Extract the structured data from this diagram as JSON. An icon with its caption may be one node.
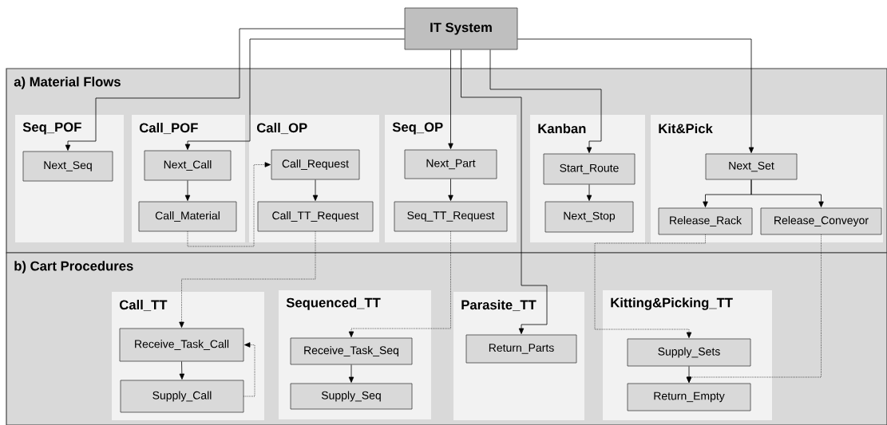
{
  "diagram": {
    "nodes": [
      {
        "text": [
          "IT System"
        ]
      },
      {
        "text": [
          "a) Material Flows"
        ]
      },
      {
        "text": [
          "Seq_POF"
        ],
        "in": 1
      },
      {
        "text": [
          "Next_Seq"
        ],
        "in": 2
      },
      {
        "text": [
          "Call_POF"
        ],
        "in": 1
      },
      {
        "text": [
          "Next_Call"
        ],
        "in": 4
      },
      {
        "text": [
          "Call_Material"
        ],
        "in": 4
      },
      {
        "text": [
          "Call_OP"
        ],
        "in": 1
      },
      {
        "text": [
          "Call_Request"
        ],
        "in": 7
      },
      {
        "text": [
          "Call_TT_Request"
        ],
        "in": 7
      },
      {
        "text": [
          "Seq_OP"
        ],
        "in": 1
      },
      {
        "text": [
          "Next_Part"
        ],
        "in": 10
      },
      {
        "text": [
          "Seq_TT_Request"
        ],
        "in": 10
      },
      {
        "text": [
          "Kanban"
        ],
        "in": 1
      },
      {
        "text": [
          "Start_Route"
        ],
        "in": 13
      },
      {
        "text": [
          "Next_Stop"
        ],
        "in": 13
      },
      {
        "text": [
          "Kit&Pick"
        ],
        "in": 1
      },
      {
        "text": [
          "Next_Set"
        ],
        "in": 16
      },
      {
        "text": [
          "Release_Rack"
        ],
        "in": 16
      },
      {
        "text": [
          "Release_Conveyor"
        ],
        "in": 16
      },
      {
        "text": [
          "b) Cart Procedures"
        ]
      },
      {
        "text": [
          "Call_TT"
        ],
        "in": 20
      },
      {
        "text": [
          "Receive_Task_Call"
        ],
        "in": 21
      },
      {
        "text": [
          "Supply_Call"
        ],
        "in": 21
      },
      {
        "text": [
          "Sequenced_TT"
        ],
        "in": 20
      },
      {
        "text": [
          "Receive_Task_Seq"
        ],
        "in": 24
      },
      {
        "text": [
          "Supply_Seq"
        ],
        "in": 24
      },
      {
        "text": [
          "Parasite_TT"
        ],
        "in": 20
      },
      {
        "text": [
          "Return_Parts"
        ],
        "in": 27
      },
      {
        "text": [
          "Kitting&Picking_TT"
        ],
        "in": 20
      },
      {
        "text": [
          "Supply_Sets"
        ],
        "in": 29
      },
      {
        "text": [
          "Return_Empty"
        ],
        "in": 29
      }
    ],
    "edges": [
      {
        "from": 0,
        "to": 3,
        "arrow": "to"
      },
      {
        "from": 0,
        "to": 5,
        "arrow": "to"
      },
      {
        "from": 0,
        "to": 11,
        "arrow": "to"
      },
      {
        "from": 0,
        "to": 28,
        "arrow": "to"
      },
      {
        "from": 0,
        "to": 14,
        "arrow": "to"
      },
      {
        "from": 0,
        "to": 17,
        "arrow": "to"
      },
      {
        "from": 5,
        "to": 6,
        "arrow": "to"
      },
      {
        "from": 6,
        "to": 8,
        "arrow": "to",
        "style": "dashed"
      },
      {
        "from": 8,
        "to": 9,
        "arrow": "to"
      },
      {
        "from": 9,
        "to": 22,
        "arrow": "to",
        "style": "dashed"
      },
      {
        "from": 23,
        "to": 22,
        "arrow": "to",
        "style": "dashed"
      },
      {
        "from": 22,
        "to": 23,
        "arrow": "to"
      },
      {
        "from": 11,
        "to": 12,
        "arrow": "to"
      },
      {
        "from": 12,
        "to": 25,
        "arrow": "to",
        "style": "dashed"
      },
      {
        "from": 25,
        "to": 26,
        "arrow": "to"
      },
      {
        "from": 14,
        "to": 15,
        "arrow": "to"
      },
      {
        "from": 17,
        "to": 18,
        "arrow": "to"
      },
      {
        "from": 17,
        "to": 19,
        "arrow": "to"
      },
      {
        "from": 18,
        "to": 30,
        "arrow": "to",
        "style": "dashed"
      },
      {
        "from": 19,
        "to": 31,
        "arrow": "to",
        "style": "dashed"
      },
      {
        "from": 30,
        "to": 31,
        "arrow": "to"
      }
    ]
  }
}
